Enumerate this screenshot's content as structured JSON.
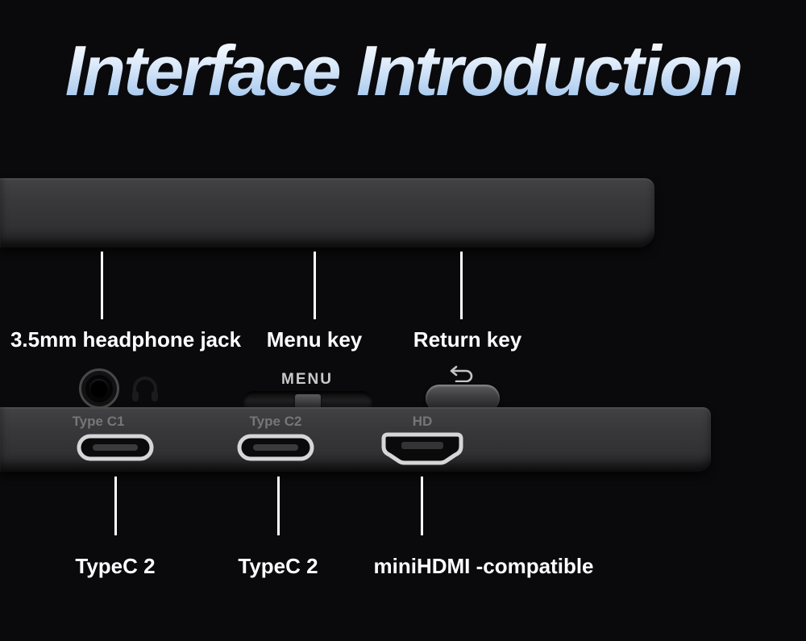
{
  "title": "Interface Introduction",
  "top_panel": {
    "menu_key_label": "MENU",
    "callouts": [
      {
        "label": "3.5mm headphone jack"
      },
      {
        "label": "Menu key"
      },
      {
        "label": "Return key"
      }
    ],
    "icons": [
      "headphone-icon",
      "return-arrow-icon"
    ]
  },
  "bottom_panel": {
    "ports": [
      {
        "engraving": "Type C1",
        "type": "usb-c-port"
      },
      {
        "engraving": "Type C2",
        "type": "usb-c-port"
      },
      {
        "engraving": "HD",
        "type": "mini-hdmi-port"
      }
    ],
    "callouts": [
      {
        "label": "TypeC 2"
      },
      {
        "label": "TypeC 2"
      },
      {
        "label": "miniHDMI -compatible"
      }
    ]
  },
  "colors": {
    "background": "#0a0a0c",
    "panel": "#343436",
    "pointer_line": "#ffffff",
    "title_gradient_top": "#ffffff",
    "title_gradient_bottom": "#93bdea",
    "engraving_text": "#76767a",
    "menu_text": "#c9c9cb"
  }
}
